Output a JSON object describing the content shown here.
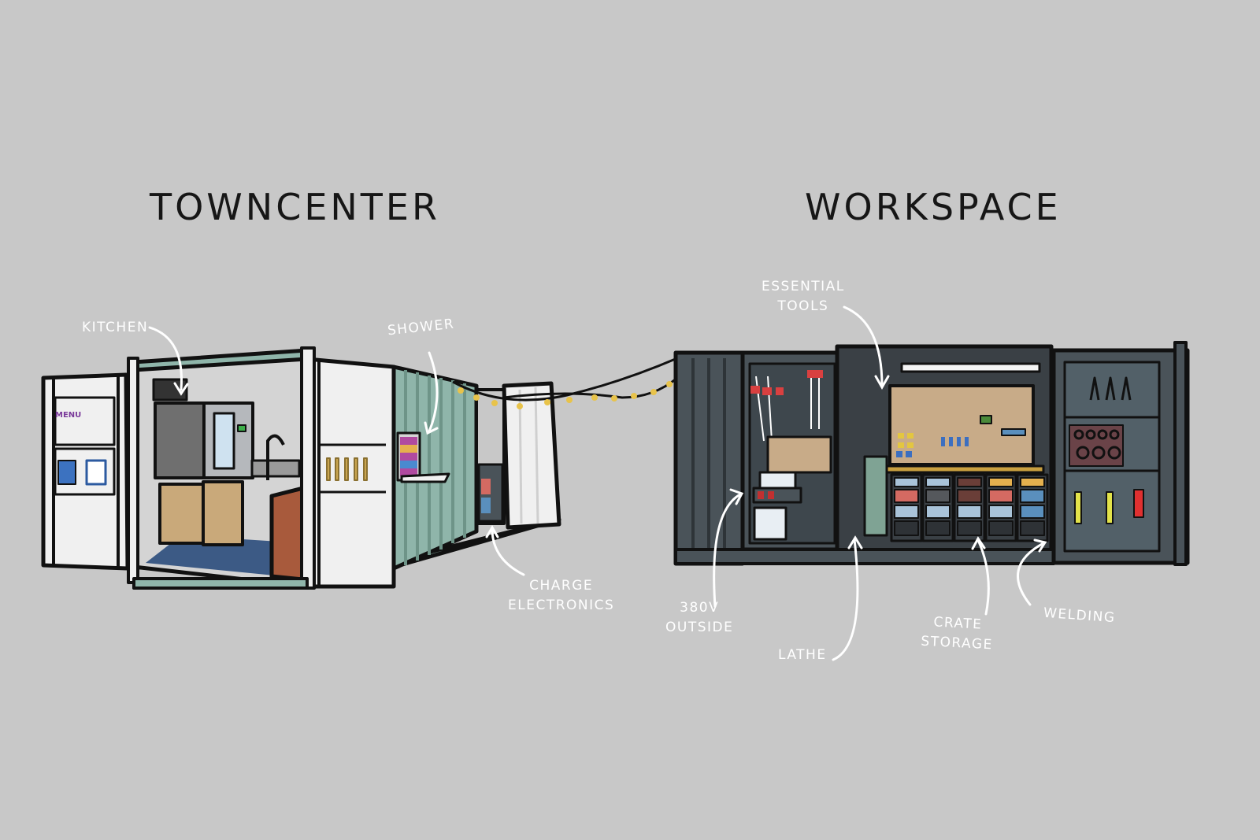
{
  "titles": {
    "left": "TOWNCENTER",
    "right": "WORKSPACE"
  },
  "towncenter": {
    "labels": {
      "kitchen": "KITCHEN",
      "shower": "SHOWER",
      "charge_electronics": "CHARGE\nELECTRONICS"
    },
    "menu_board": "MENU",
    "colors": {
      "container_trim": "#8fb5aa",
      "floor": "#3c5a85",
      "counter": "#c9a97a",
      "cabinet_red": "#a85a3c"
    }
  },
  "workspace": {
    "labels": {
      "essential_tools": "ESSENTIAL\nTOOLS",
      "v380_outside": "380V\nOUTSIDE",
      "lathe": "LATHE",
      "crate_storage": "CRATE\nSTORAGE",
      "welding": "WELDING"
    },
    "colors": {
      "container_body": "#4a5359",
      "pegboard": "#c8ab88",
      "crate_red": "#d46a62",
      "crate_blue": "#5a8fbd",
      "crate_light": "#a9c3d9",
      "crate_yellow": "#e5b04e"
    }
  },
  "string_lights_color": "#e8c34a"
}
